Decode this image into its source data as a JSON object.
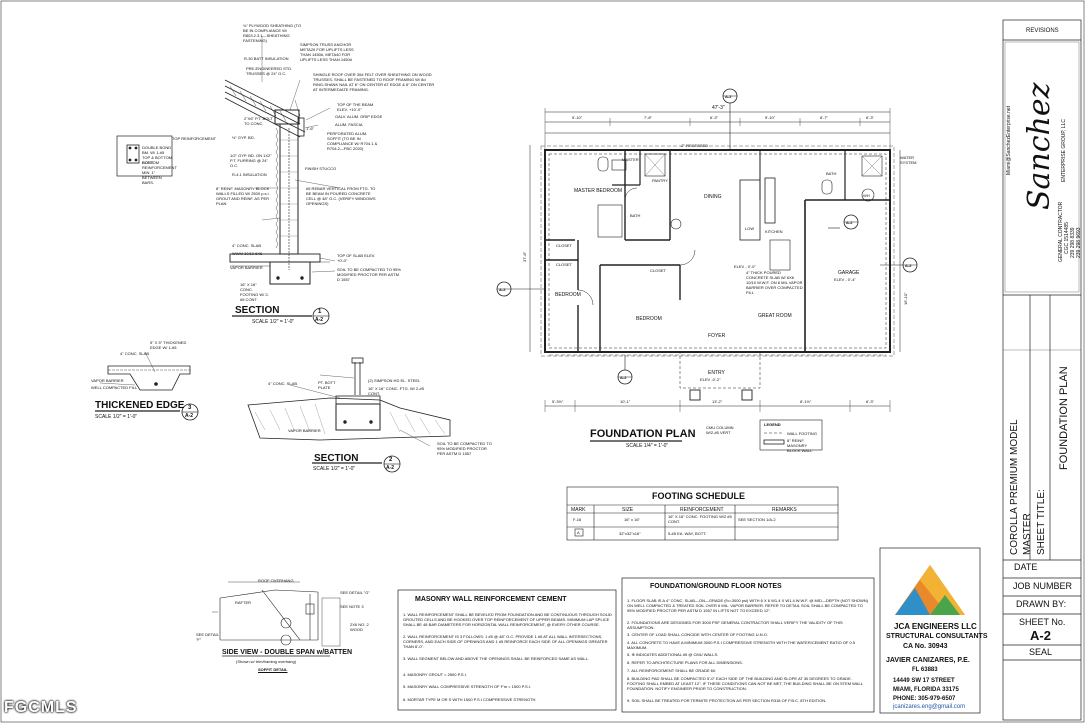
{
  "plan": {
    "title": "FOUNDATION PLAN",
    "scale": "SCALE 1/4\" = 1'-0\"",
    "rooms": {
      "master_bedroom": "MASTER BEDROOM",
      "master": "MASTER",
      "pantry": "PANTRY",
      "bath1": "BATH",
      "dining": "DINING",
      "kitchen": "KITCHEN",
      "bath2": "BATH",
      "closet1": "CLOSET",
      "closet2": "CLOSET",
      "closet3": "CLOSET",
      "bedroom1": "BEDROOM",
      "bedroom2": "BEDROOM",
      "foyer": "FOYER",
      "great_room": "GREAT ROOM",
      "garage": "GARAGE",
      "entry": "ENTRY",
      "water_system": "WATER SYSTEM",
      "wh": "WH",
      "low": "LOW"
    },
    "dims": {
      "overall": "47'-3\"",
      "d1": "5'-10\"",
      "d2": "7'-8\"",
      "d3": "6'-3\"",
      "d4": "5'-10\"",
      "d5": "8'-7\"",
      "d6": "6'-3\"",
      "b1": "5'-3½\"",
      "b2": "10'-1\"",
      "b3": "13'-2\"",
      "b4": "8'-1½\"",
      "b5": "6'-3\"",
      "recessed": "-2\" RECESSED",
      "elev_garage": "ELEV - 0'-4\"",
      "elev_main": "ELEV - 0'-0\"",
      "elev_entry": "ELEV -0'-2\"",
      "left_dim": "37'-8\"",
      "right_dim": "16'-10\""
    },
    "slab_note": "4\" THICK POURED CONCRETE SLAB W/ 6X6 10/10 W.W.F. ON 6 MIL VAPOR BARRIER OVER COMPACTED FILL",
    "legend": {
      "title": "LEGEND",
      "wall_footing": "WALL FOOTING",
      "masonry_wall": "8\" REINF. MASONRY BLOCK WALL"
    },
    "column": "CMU COLUMN W/2-#5 VERT"
  },
  "section1": {
    "title": "SECTION",
    "num": "1",
    "sheet": "A-2",
    "scale": "SCALE 1/2\" = 1'-0\"",
    "notes": [
      "¾\" PLYWOOD SHEATHING (TO BE IN COMPLIANCE W/ R803.2.3.1—SHEATHING FASTENING)",
      "R-30 BATT INSULATION",
      "PRE-ENGINEERED STD. TRUSSES @ 24\" O.C.",
      "SIMPSON TRUSS ANCHOR META20 FOR UPLIFTS LESS THAN 1450#, META40 FOR UPLIFTS LESS THAN 1450#",
      "SHINGLE ROOF OVER 30# FELT OVER SHEATHING ON WOOD TRUSSES. SHALL BE FASTENED TO ROOF FRAMING W/ 8d RING-SHANK NAIL AT 6\" ON CENTER AT EDGE & 6\" ON CENTER AT INTERMEDIATE FRAMING.",
      "TOP OF THE BEAM ELEV. +10'-0\"",
      "GALV. ALUM. DRIP EDGE",
      "ALUM. FASCIA",
      "PERFORATED ALUM. SOFFIT (TO BE IN COMPLIANCE W/ R704.1 & R704.2—FBC 2020)",
      "FINISH STUCCO",
      "#5 REBAR VERTICAL FROM FTG. TO BE BEAM IN POURED CONCRETE CELL @ 48\" O.C. (VERIFY WINDOWS OPENINGS)",
      "TOP OF SLAB ELEV. +0'-0\"",
      "SOIL TO BE COMPACTED TO 95% MODIFIED PROCTOR PER ASTM D 1557",
      "TOP REINFORCEMENT",
      "DOUBLE BOND BM. W/ 1-#5 TOP & BOTTOM CONT.",
      "BOTTOM REINFORCEMENT MIN. 1\" BETWEEN BARS.",
      "1/2\" GYP. BD. ON 1X2\" P.T. FURRING @ 24\" O.C.",
      "R-4.1 INSULATION",
      "8\" REINF. MASONRY BLOCK WALLS FILLED W/ 2500 p.s.i. GROUT AND REINF. AS PER PLAN",
      "4\" CONC. SLAB",
      "WWM 10/10 6X6",
      "VAPOR BARRIER",
      "16\" X 16\" CONC. FOOTING W/ 2-#5 CONT.",
      "½\" GYP. BD.",
      "2\"X6\" P.T. BOLT TO CONC.",
      "1'-6\""
    ]
  },
  "thickened": {
    "title": "THICKENED EDGE",
    "num": "3",
    "sheet": "A-2",
    "scale": "SCALE 1/2\" = 1'-0\"",
    "notes": [
      "4\" CONC. SLAB",
      "5\" X 5\" THICKENED EDGE W/ 1-#5",
      "VAPOR BARRIER",
      "WELL COMPACTED FILL"
    ]
  },
  "section2": {
    "title": "SECTION",
    "num": "2",
    "sheet": "A-2",
    "scale": "SCALE 1/2\" = 1'-0\"",
    "notes": [
      "4\" CONC. SLAB",
      "PT. BOTT PLATE",
      "(2) SIMPSON HD EL. STEEL",
      "16\" X 16\" CONC. FTG. W/ 2-#5 CONT.",
      "VAPOR BARRIER",
      "SOIL TO BE COMPACTED TO 95% MODIFIED PROCTOR PER ASTM D 1557"
    ]
  },
  "footing": {
    "title": "FOOTING SCHEDULE",
    "headers": [
      "MARK",
      "SIZE",
      "REINFORCEMENT",
      "REMARKS"
    ],
    "rows": [
      [
        "F-16",
        "16\" x 16\"",
        "16\" X 16\" CONC. FOOTING W/2 #5 CONT.",
        "SEE SECTION 1/A-2"
      ],
      [
        "A",
        "32\"x32\"x16\"",
        "5-#5 EA. WAY, BOTT.",
        ""
      ]
    ]
  },
  "side_view": {
    "title": "SIDE VIEW - DOUBLE SPAN w/BATTEN",
    "subtitle": "(Shown w/ trim/framing overhang)",
    "detail": "SOFFIT DETAIL",
    "labels": [
      "ROOF OVERHANG",
      "SEE DETAIL \"G\"",
      "SEE DETAIL \"F\"",
      "SEE NOTE 3",
      "RAFTER",
      "2X6 NO. 2 WOOD"
    ]
  },
  "masonry": {
    "title": "MASONRY WALL REINFORCEMENT CEMENT",
    "notes": [
      "1. WALL REINFORCEMENT SHALL BE BEVELED FROM FOUNDATION AND BE CONTINUOUS THROUGH SOLID GROUTED CELLS AND BE HOOKED OVER TOP REINFORCEMENT OF UPPER BEAMS. MINIMUM LAP SPLICE SHALL BE 48 BAR DIAMETERS FOR HORIZONTAL WALL REINFORCEMENT, @ EVERY OTHER COURSE.",
      "2. WALL REINFORCEMENT IS 3 FOLLOWS: 1 #5 @ 48\" O.C. PROVIDE 1 #5 AT ALL WALL INTERSECTIONS, CORNERS, AND EACH SIDE OF OPENINGS AND 1 #5 REINFORCE EACH SIDE OF ALL OPENINGS GREATER THAN 6'-0\".",
      "3. WALL SEGMENT BELOW AND ABOVE THE OPENINGS SHALL BE REINFORCED SAME AS WALL.",
      "4. MASONRY GROUT = 2500 P.S.I.",
      "5. MASONRY WALL COMPRESSIVE STRENGTH OF F'm = 1500 P.S.I.",
      "6. MORTAR TYPE M OR S WITH 1500 P.S.I COMPRESSIVE STRENGTH."
    ]
  },
  "foundation_notes": {
    "title": "FOUNDATION/GROUND FLOOR NOTES",
    "notes": [
      "1. FLOOR SLAB IS A 4\" CONC. SLAB—ON—GRADE (f'c=3000 psi) WITH 6 X 6 W1.4 X W1.4 W.W.F. @ MID—DEPTH (NOT SHOWN) ON WELL COMPACTED & TREATED SOIL OVER 6 MIL. VAPOR BARRIER. REFER TO DETAIL SOIL SHALL BE COMPACTED TO 95% MODIFIED PROCTOR PER ASTM D 1557 IN LIFTS NOT TO EXCEED 12\".",
      "2. FOUNDATIONS ARE DESIGNED FOR 3000 PSF GENERAL CONTRACTOR SHALL VERIFY THE VALIDITY OF THIS ASSUMPTION.",
      "3. CENTER OF LOAD SHALL CONCIDE WITH CENTER OF FOOTING U.N.O.",
      "4. ALL CONCRETE TO HAVE A MINIMUM 3000 P.S.I COMPRESSIVE STRENGTH WITH THE WATER/CEMENT RATIO OF 0.5 MAXIMUM.",
      "5. ⊕ INDICATES ADDITIONAL #5 @ CMU WALLS.",
      "6. REFER TO ARCHITECTURE PLANS FOR ALL DIMENSIONS.",
      "7. ALL REINFORCEMENT SHALL BE GRADE 60.",
      "8. BUILDING PAD SHALL BE COMPACTED 5'-0\" EACH SIDE OF THE BUILDING AND SLOPE AT 30 DEGREES TO GRADE. FOOTING SHALL EMBED AT LEAST 12\". IF THESE CONDITIONS CAN NOT BE MET, THE BUILDING SHALL BE ON STEM WALL FOUNDATION. NOTIFY ENGINEER PRIOR TO CONSTRUCTION.",
      "9. SOIL SHALL BE TREATED FOR TERMITE PROTECTION AS PER SECTION R318 OF F.B.C. 8TH EDITION."
    ]
  },
  "engineer": {
    "firm": "JCA ENGINEERS LLC",
    "type": "STRUCTURAL CONSULTANTS",
    "ca": "CA No. 30943",
    "name": "JAVIER CANIZARES, P.E.",
    "fl": "FL 63883",
    "address": "14449 SW 17 STREET",
    "city": "MIAMI, FLORIDA 33175",
    "phone": "PHONE: 305-979-6507",
    "email": "jcanizares.eng@gmail.com"
  },
  "titleblock": {
    "revisions": "REVISIONS",
    "company": "Sanchez",
    "company_sub": "ENTERPRISE GROUP, LLC",
    "website": "Miami@SanchezEnterprise.net",
    "contractor": "GENERAL CONTRACTOR",
    "license": "CGC 1514485",
    "phone1": "239 298 8339",
    "phone2": "239 298 9693",
    "project": "COROLLA PREMIUM MODEL",
    "project2": "MASTER",
    "sheet_title_label": "SHEET TITLE:",
    "sheet_title": "FOUNDATION PLAN",
    "date": "DATE",
    "job": "JOB NUMBER",
    "drawn": "DRAWN BY:",
    "sheet_no": "SHEET No.",
    "sheet": "A-2",
    "seal": "SEAL"
  },
  "watermark": "FGCMLS",
  "colors": {
    "line": "#222222",
    "logo_orange": "#e8892b",
    "logo_yellow": "#f2b233",
    "logo_blue": "#2f8fc9",
    "logo_green": "#4aa54a"
  }
}
